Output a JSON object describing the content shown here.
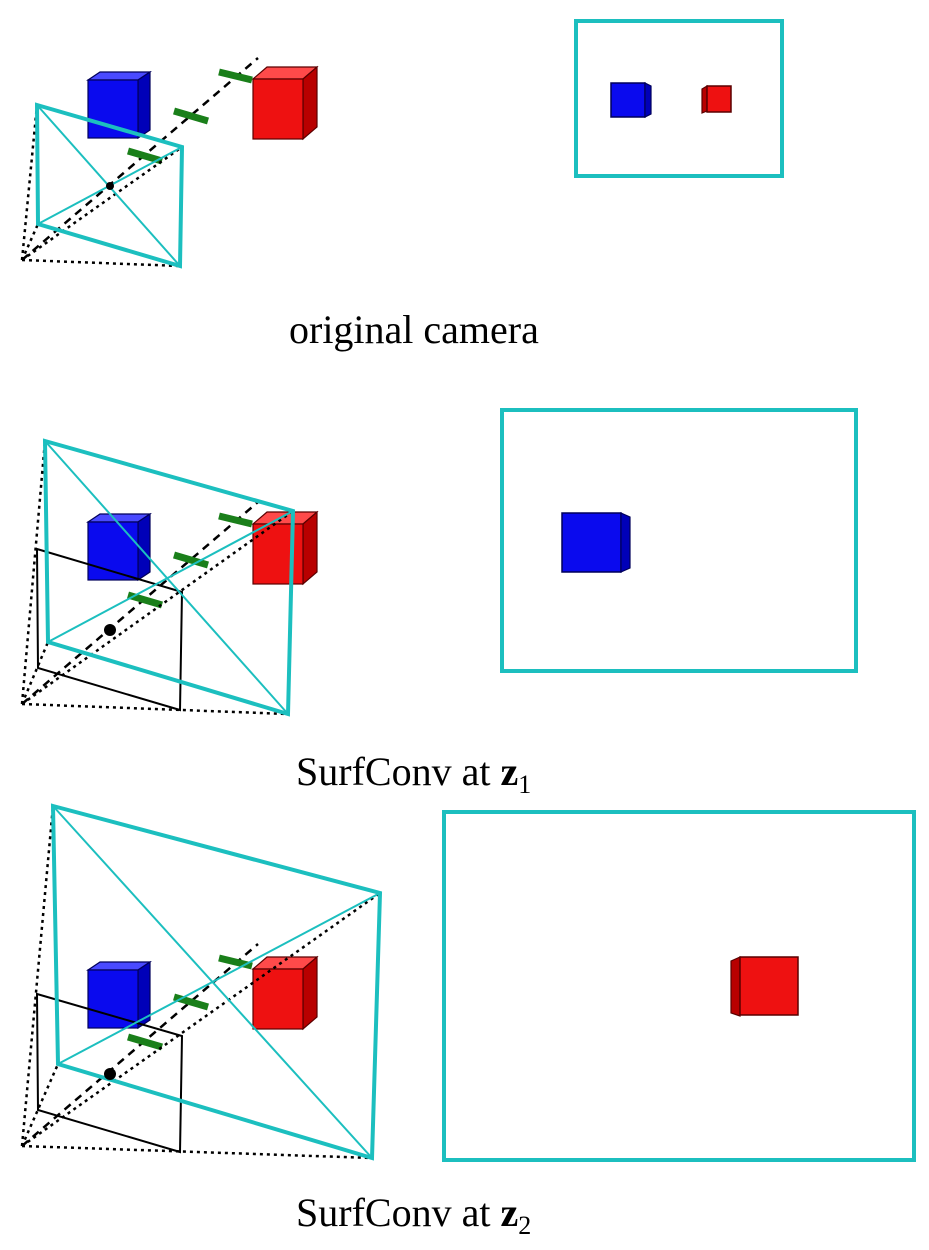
{
  "colors": {
    "frame": "#1cbfbf",
    "blue_cube": "#0a0aee",
    "red_cube": "#ee1111",
    "marker": "#1a7f1a",
    "ray": "#000000"
  },
  "panels": [
    {
      "caption_prefix": "original camera",
      "caption_bold": "",
      "caption_sub": ""
    },
    {
      "caption_prefix": "SurfConv at ",
      "caption_bold": "z",
      "caption_sub": "1"
    },
    {
      "caption_prefix": "SurfConv at ",
      "caption_bold": "z",
      "caption_sub": "2"
    }
  ]
}
